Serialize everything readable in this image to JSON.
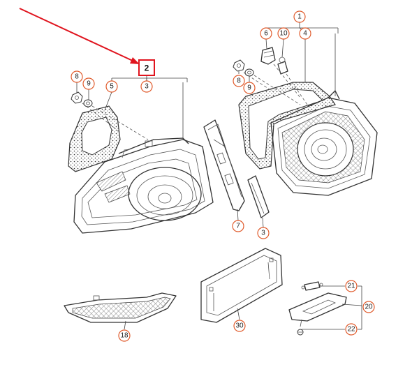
{
  "colors": {
    "callout_ring": "#e05a2b",
    "highlight_box": "#e0141e",
    "arrow": "#e0141e",
    "line": "#333333"
  },
  "callouts": {
    "c1": "1",
    "c2": "2",
    "c3a": "3",
    "c3b": "3",
    "c4": "4",
    "c5": "5",
    "c6": "6",
    "c7": "7",
    "c8a": "8",
    "c8b": "8",
    "c9a": "9",
    "c9b": "9",
    "c10": "10",
    "c18": "18",
    "c20": "20",
    "c21": "21",
    "c22": "22",
    "c30": "30"
  },
  "icons": {
    "arrow": "red-pointer-arrow"
  }
}
